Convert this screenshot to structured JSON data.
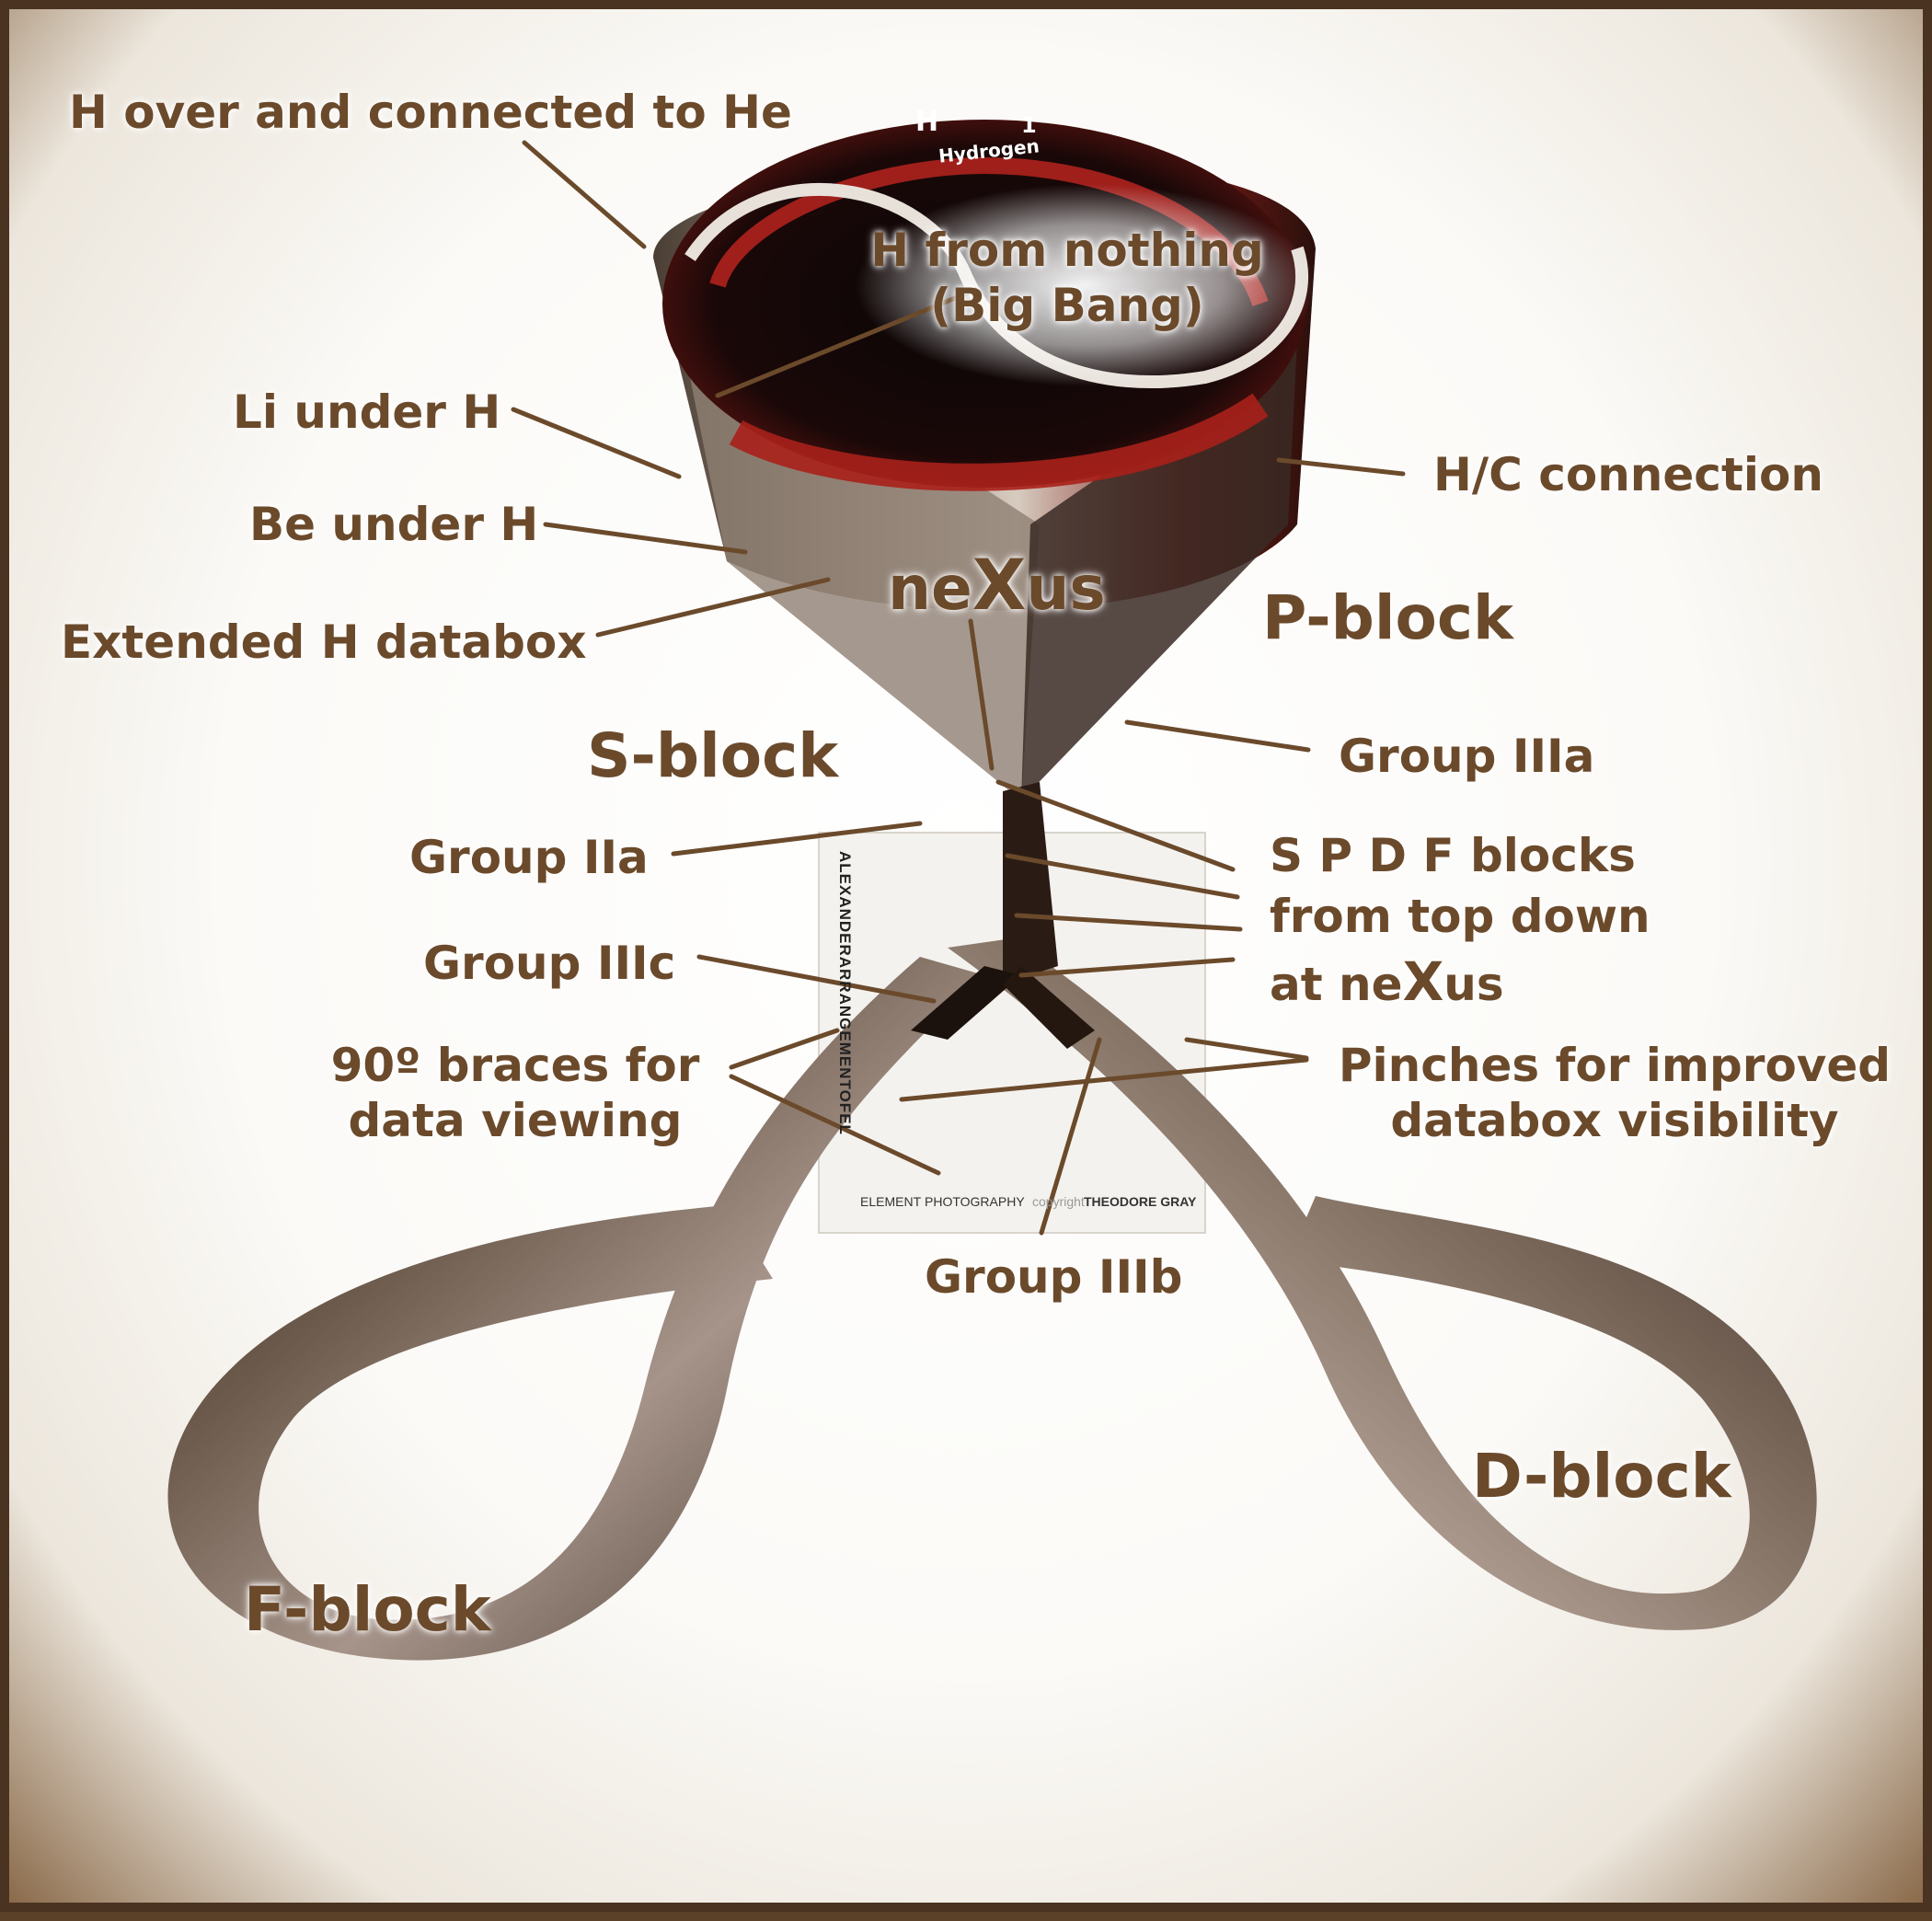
{
  "labels": {
    "h_over_he": "H over and connected to He",
    "h_from_nothing_1": "H from nothing",
    "h_from_nothing_2": "(Big Bang)",
    "li_under_h": "Li under H",
    "hc_connection": "H/C connection",
    "be_under_h": "Be under H",
    "nexus_pre": "ne",
    "nexus_x": "X",
    "nexus_post": "us",
    "extended_h": "Extended H databox",
    "p_block": "P-block",
    "s_block": "S-block",
    "group_3a": "Group IIIa",
    "group_2a": "Group IIa",
    "spdf_1": "S P D F blocks",
    "spdf_2": "from top down",
    "spdf_3_pre": "at ne",
    "spdf_3_x": "X",
    "spdf_3_post": "us",
    "group_3c": "Group IIIc",
    "braces_1": "90º braces for",
    "braces_2": "data viewing",
    "pinches_1": "Pinches for improved",
    "pinches_2": "databox visibility",
    "group_3b": "Group IIIb",
    "d_block": "D-block",
    "f_block": "F-block"
  },
  "card": {
    "vertical_text": "ALEXANDERARRANGEMENTOFEL",
    "footer_1": "ELEMENT",
    "footer_2": "PHOTOGRAPHY",
    "footer_3": "copyright",
    "footer_4": "THEODORE GRAY"
  },
  "strip": {
    "h_symbol": "H",
    "h_number": "1",
    "h_name": "Hydrogen"
  },
  "colors": {
    "label_brown": "#6b4a2b",
    "frame_brown": "#4a3320",
    "strip_red": "#b3201c"
  }
}
